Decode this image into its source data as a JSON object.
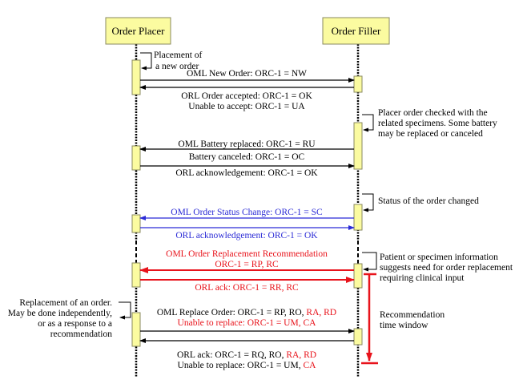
{
  "colors": {
    "box_fill": "#fbfba0",
    "box_stroke": "#8a8a60",
    "black": "#000000",
    "blue": "#2b2bd6",
    "red": "#e8131b"
  },
  "participants": [
    {
      "id": "placer",
      "label": "Order Placer"
    },
    {
      "id": "filler",
      "label": "Order Filler"
    }
  ],
  "notes": {
    "placement": [
      "Placement of",
      "a new order"
    ],
    "placer_checked": [
      "Placer order checked with the",
      "related specimens. Some battery",
      "may be replaced or canceled"
    ],
    "status_changed": [
      "Status of the order changed"
    ],
    "patient_info": [
      "Patient or specimen information",
      "suggests need for order replacement",
      "requiring clinical input"
    ],
    "replacement": [
      "Replacement of an order.",
      "May be done independently,",
      "or as a response to a",
      "recommendation"
    ],
    "time_window": [
      "Recommendation",
      "time window"
    ]
  },
  "messages": [
    {
      "id": "oml-new-order",
      "direction": "placer-to-filler",
      "color": "black",
      "label_above": [
        [
          {
            "t": "OML New Order:  ORC-1 = NW",
            "c": "black"
          }
        ]
      ]
    },
    {
      "id": "orl-order-accepted",
      "direction": "filler-to-placer",
      "color": "black",
      "label_below": [
        [
          {
            "t": "ORL Order accepted: ORC-1 = OK",
            "c": "black"
          }
        ],
        [
          {
            "t": "Unable to accept: ORC-1 = UA",
            "c": "black"
          }
        ]
      ]
    },
    {
      "id": "oml-battery-replaced",
      "direction": "filler-to-placer",
      "color": "black",
      "label_above": [
        [
          {
            "t": "OML Battery replaced: ORC-1 = RU",
            "c": "black"
          }
        ]
      ],
      "label_below": [
        [
          {
            "t": "Battery canceled: ORC-1 = OC",
            "c": "black"
          }
        ]
      ]
    },
    {
      "id": "orl-ack-1",
      "direction": "placer-to-filler",
      "color": "black",
      "label_below": [
        [
          {
            "t": "ORL acknowledgement: ORC-1 = OK",
            "c": "black"
          }
        ]
      ]
    },
    {
      "id": "oml-status-change",
      "direction": "filler-to-placer",
      "color": "blue",
      "label_above": [
        [
          {
            "t": "OML Order Status Change: ORC-1 = SC",
            "c": "blue"
          }
        ]
      ]
    },
    {
      "id": "orl-ack-2",
      "direction": "placer-to-filler",
      "color": "blue",
      "label_below": [
        [
          {
            "t": "ORL acknowledgement: ORC-1 = OK",
            "c": "blue"
          }
        ]
      ]
    },
    {
      "id": "oml-replacement-recommendation",
      "direction": "filler-to-placer",
      "color": "red",
      "label_above": [
        [
          {
            "t": "OML Order Replacement Recommendation",
            "c": "red"
          }
        ],
        [
          {
            "t": "ORC-1 = RP, RC",
            "c": "red"
          }
        ]
      ]
    },
    {
      "id": "orl-ack-rr",
      "direction": "placer-to-filler",
      "color": "red",
      "label_below": [
        [
          {
            "t": "ORL ack: ORC-1 = RR, RC",
            "c": "red"
          }
        ]
      ]
    },
    {
      "id": "oml-replace-order",
      "direction": "placer-to-filler",
      "color": "black",
      "label_above": [
        [
          {
            "t": "OML Replace Order: ORC-1 = RP, RO, ",
            "c": "black"
          },
          {
            "t": "RA, RD",
            "c": "red"
          }
        ],
        [
          {
            "t": "Unable to replace: ORC-1 = UM, CA",
            "c": "red"
          }
        ]
      ]
    },
    {
      "id": "orl-ack-replace",
      "direction": "filler-to-placer",
      "color": "black",
      "label_below": [
        [
          {
            "t": "ORL ack: ORC-1 = RQ, RO, ",
            "c": "black"
          },
          {
            "t": "RA, RD",
            "c": "red"
          }
        ],
        [
          {
            "t": "Unable to replace: ORC-1 = UM, ",
            "c": "black"
          },
          {
            "t": "CA",
            "c": "red"
          }
        ]
      ]
    }
  ]
}
